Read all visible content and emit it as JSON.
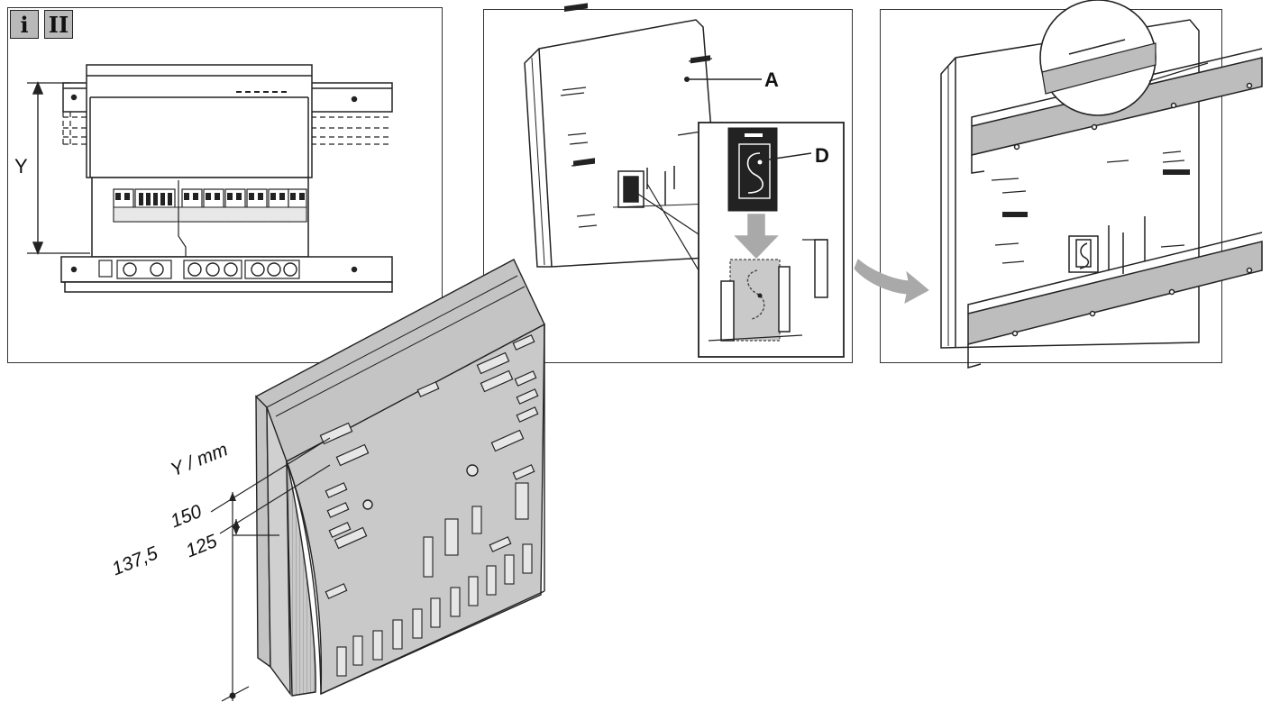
{
  "badges": {
    "info_glyph": "i",
    "step_glyph": "II"
  },
  "labels": {
    "a": "A",
    "d": "D",
    "y": "Y",
    "y_mm": "Y / mm",
    "v150": "150",
    "v137": "137,5",
    "v125": "125"
  },
  "colors": {
    "outline": "#333333",
    "gray_fill": "#b9b9b9",
    "rail_fill": "#bdbdbd",
    "arrow_fill": "#a9a9a9",
    "housing_fill": "#c4c4c4"
  },
  "icons": [
    "info-icon",
    "step-two-icon",
    "down-arrow-icon",
    "curved-arrow-icon"
  ]
}
